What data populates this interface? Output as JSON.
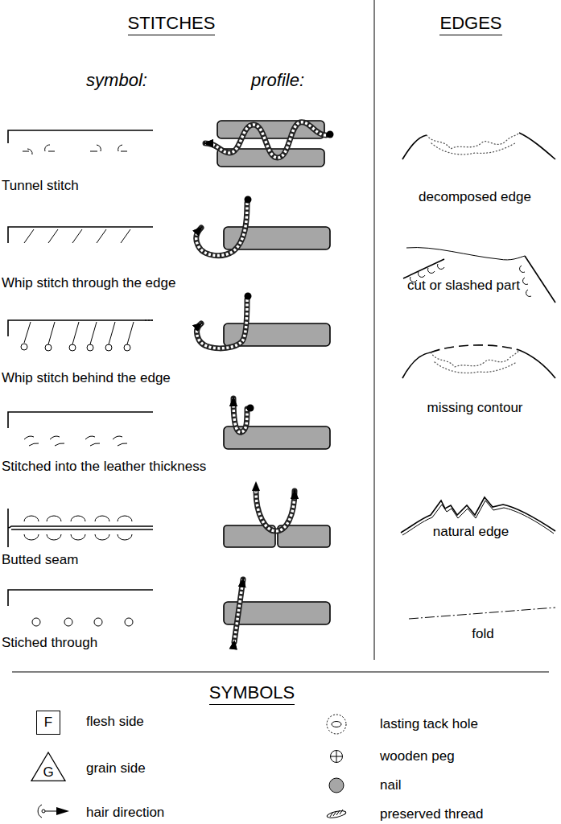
{
  "diagram": {
    "nodes": [
      {
        "text": [
          "F"
        ]
      },
      {
        "text": [
          "G"
        ]
      }
    ],
    "labels": [
      "STITCHES",
      "EDGES",
      "symbol:",
      "profile:",
      "Tunnel stitch",
      "decomposed edge",
      "Whip stitch through the edge",
      "cut or slashed part",
      "Whip stitch behind the edge",
      "missing contour",
      "Stitched into the leather thickness",
      "Butted seam",
      "natural edge",
      "Stiched through",
      "fold",
      "SYMBOLS"
    ],
    "legend": [
      {
        "text": "flesh side"
      },
      {
        "text": "grain side"
      },
      {
        "text": "hair direction"
      },
      {
        "text": "lasting tack hole"
      },
      {
        "text": "wooden peg"
      },
      {
        "text": "nail"
      },
      {
        "text": "preserved thread"
      }
    ]
  }
}
